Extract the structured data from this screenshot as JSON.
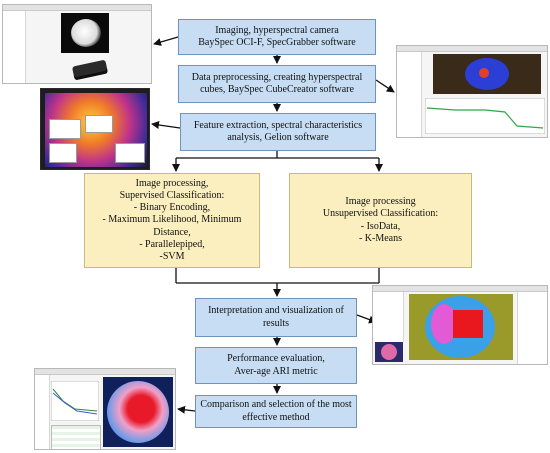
{
  "steps": {
    "imaging": "Imaging, hyperspectral camera\nBaySpec OCI-F, SpecGrabber software",
    "preprocessing": "Data preprocessing, creating hyperspectral\ncubes, BaySpec CubeCreator software",
    "features": "Feature extraction, spectral characteristics\nanalysis, Gelion software",
    "supervised": "Image processing,\nSupervised Classification:\n- Binary Encoding,\n- Maximum Likelihood, Minimum\nDistance,\n- Parallelepiped,\n-SVM",
    "unsupervised": "Image processing\nUnsupervised Classification:\n- IsoData,\n- K-Means",
    "interpretation": "Interpretation and visualization of\nresults",
    "performance": "Performance evaluation,\nAver-age ARI metric",
    "comparison": "Comparison and selection of the most\neffective method"
  },
  "colors": {
    "step_fill": "#c6ddf4",
    "step_border": "#6f93bf",
    "method_fill": "#fbefbf",
    "method_border": "#c9b97a",
    "arrow": "#111111"
  },
  "screenshots": [
    {
      "name": "specgrabber-screenshot",
      "icon": "camera-capture-window"
    },
    {
      "name": "cubecreator-screenshot",
      "icon": "hyperspectral-cube-window"
    },
    {
      "name": "gelion-screenshot",
      "icon": "spectral-analysis-window"
    },
    {
      "name": "classification-result-screenshot",
      "icon": "classified-image-window"
    },
    {
      "name": "comparison-screenshot",
      "icon": "comparison-window"
    }
  ]
}
